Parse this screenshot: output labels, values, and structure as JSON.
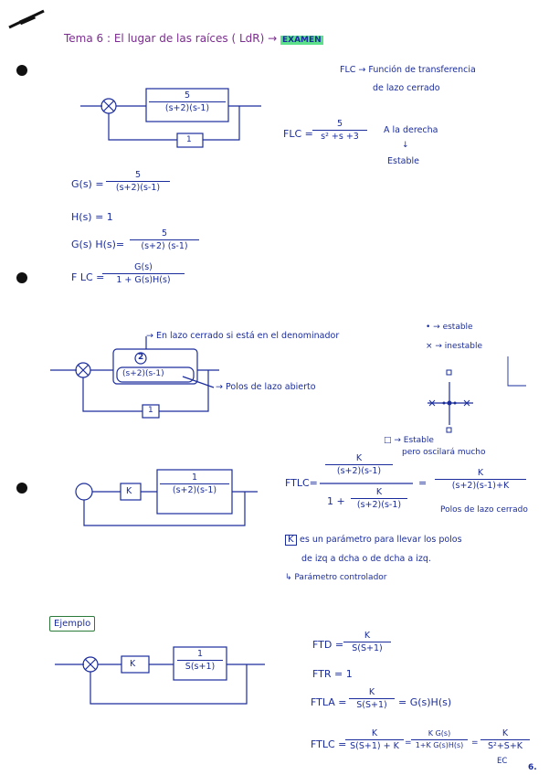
{
  "header": {
    "title": "Tema 6 : El lugar de las raíces ( LdR) →",
    "tag": "EXAMEN"
  },
  "block1": {
    "tf_den": "(s+2)(s-1)",
    "tf_num": "5",
    "feedback": "1",
    "flc_note_1": "FLC → Función de transferencia",
    "flc_note_2": "de lazo cerrado",
    "flc_lhs": "FLC =",
    "flc_num": "5",
    "flc_den": "s² +s +3",
    "derecha": "A la derecha",
    "arrow_down": "↓",
    "estable": "Estable",
    "g_lhs": "G(s) =",
    "g_num": "5",
    "g_den": "(s+2)(s-1)",
    "h_line": "H(s) = 1",
    "gh_lhs": "G(s) H(s)=",
    "gh_num": "5",
    "gh_den": "(s+2) (s-1)",
    "flc2_lhs": "F LC =",
    "flc2_num": "G(s)",
    "flc2_den": "1 + G(s)H(s)"
  },
  "block2": {
    "gain": "2",
    "tf": "(s+2)(s-1)",
    "feedback": "1",
    "note_closed": "→ En lazo cerrado si está en el denominador",
    "note_open": "→ Polos de lazo abierto",
    "legend_1": "• → estable",
    "legend_2": "× → inestable",
    "legend_3": "□ → Estable",
    "legend_4": "pero oscilará mucho"
  },
  "block3": {
    "k": "K",
    "tf_num": "1",
    "tf_den": "(s+2)(s-1)",
    "ftlc_lhs": "FTLC=",
    "top_num": "K",
    "top_den": "(s+2)(s-1)",
    "one_plus": "1 +",
    "bot_num": "K",
    "bot_den": "(s+2)(s-1)",
    "eq": "=",
    "res_num": "K",
    "res_den": "(s+2)(s-1)+K",
    "polos_cerrado": "Polos de lazo cerrado",
    "k_box": "K",
    "k_note_1": "es un parámetro para llevar los polos",
    "k_note_2": "de izq a dcha o de dcha a izq.",
    "k_note_3": "↳ Parámetro controlador"
  },
  "ejemplo": {
    "label": "Ejemplo",
    "k": "K",
    "tf_num": "1",
    "tf_den": "S(s+1)",
    "ftd_lhs": "FTD =",
    "ftd_num": "K",
    "ftd_den": "S(S+1)",
    "ftr": "FTR = 1",
    "ftla_lhs": "FTLA =",
    "ftla_num": "K",
    "ftla_den": "S(S+1)",
    "ftla_rhs": "= G(s)H(s)",
    "ftlc_lhs": "FTLC =",
    "f1_num": "K",
    "f1_den": "S(S+1) + K",
    "eq1": "=",
    "f2_num": "K G(s)",
    "f2_den": "1+K G(s)H(s)",
    "eq2": "=",
    "f3_num": "K",
    "f3_den": "S²+S+K",
    "ec": "EC",
    "page_number": "6."
  },
  "colors": {
    "ink": "#1a2c9c",
    "title": "#7b2d8f",
    "highlight": "#5ce08a",
    "bullet": "#111111"
  }
}
